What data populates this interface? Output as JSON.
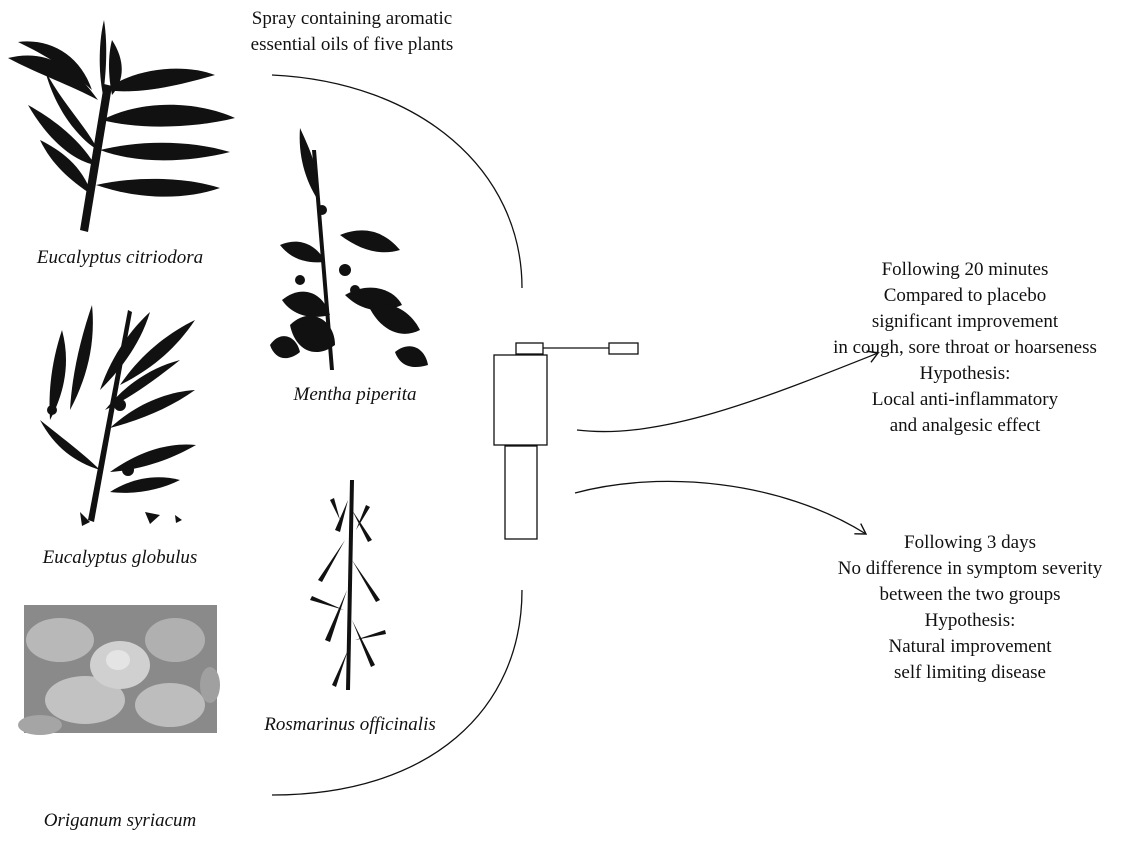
{
  "title_lines": [
    "Spray containing aromatic",
    "essential oils of five plants"
  ],
  "plants": {
    "eucalyptus_citriodora": "Eucalyptus citriodora",
    "eucalyptus_globulus": "Eucalyptus globulus",
    "origanum_syriacum": "Origanum syriacum",
    "mentha_piperita": "Mentha piperita",
    "rosmarinus_officinalis": "Rosmarinus officinalis"
  },
  "outcome_20min": [
    "Following 20 minutes",
    "Compared to placebo",
    "significant improvement",
    "in cough, sore throat or hoarseness",
    "Hypothesis:",
    "Local anti-inflammatory",
    "and analgesic effect"
  ],
  "outcome_3days": [
    "Following 3 days",
    "No difference in symptom severity",
    "between the two groups",
    "Hypothesis:",
    "Natural improvement",
    "self limiting disease"
  ],
  "colors": {
    "ink": "#111111",
    "photo_bg": "#8a8a8a",
    "photo_leaf": "#c9c9c9"
  }
}
